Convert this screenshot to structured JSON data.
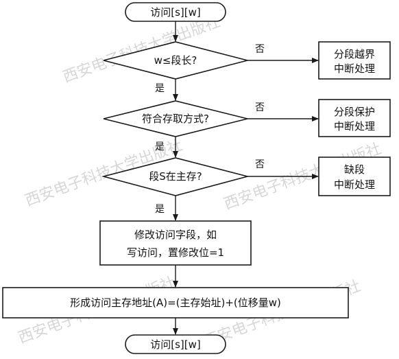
{
  "watermark": "西安电子科技大学出版社",
  "nodes": {
    "start": "访问[s][w]",
    "decision1": "w≤段长?",
    "decision2": "符合存取方式?",
    "decision3": "段S在主存?",
    "process1_line1": "修改访问字段，如",
    "process1_line2": "写访问，置修改位=1",
    "process2": "形成访问主存地址(A)=(主存始址)+(位移量w)",
    "end": "访问[s][w]",
    "interrupt1_line1": "分段越界",
    "interrupt1_line2": "中断处理",
    "interrupt2_line1": "分段保护",
    "interrupt2_line2": "中断处理",
    "interrupt3_line1": "缺段",
    "interrupt3_line2": "中断处理"
  },
  "edge_labels": {
    "no1": "否",
    "yes1": "是",
    "no2": "否",
    "yes2": "是",
    "no3": "否",
    "yes3": "是"
  }
}
